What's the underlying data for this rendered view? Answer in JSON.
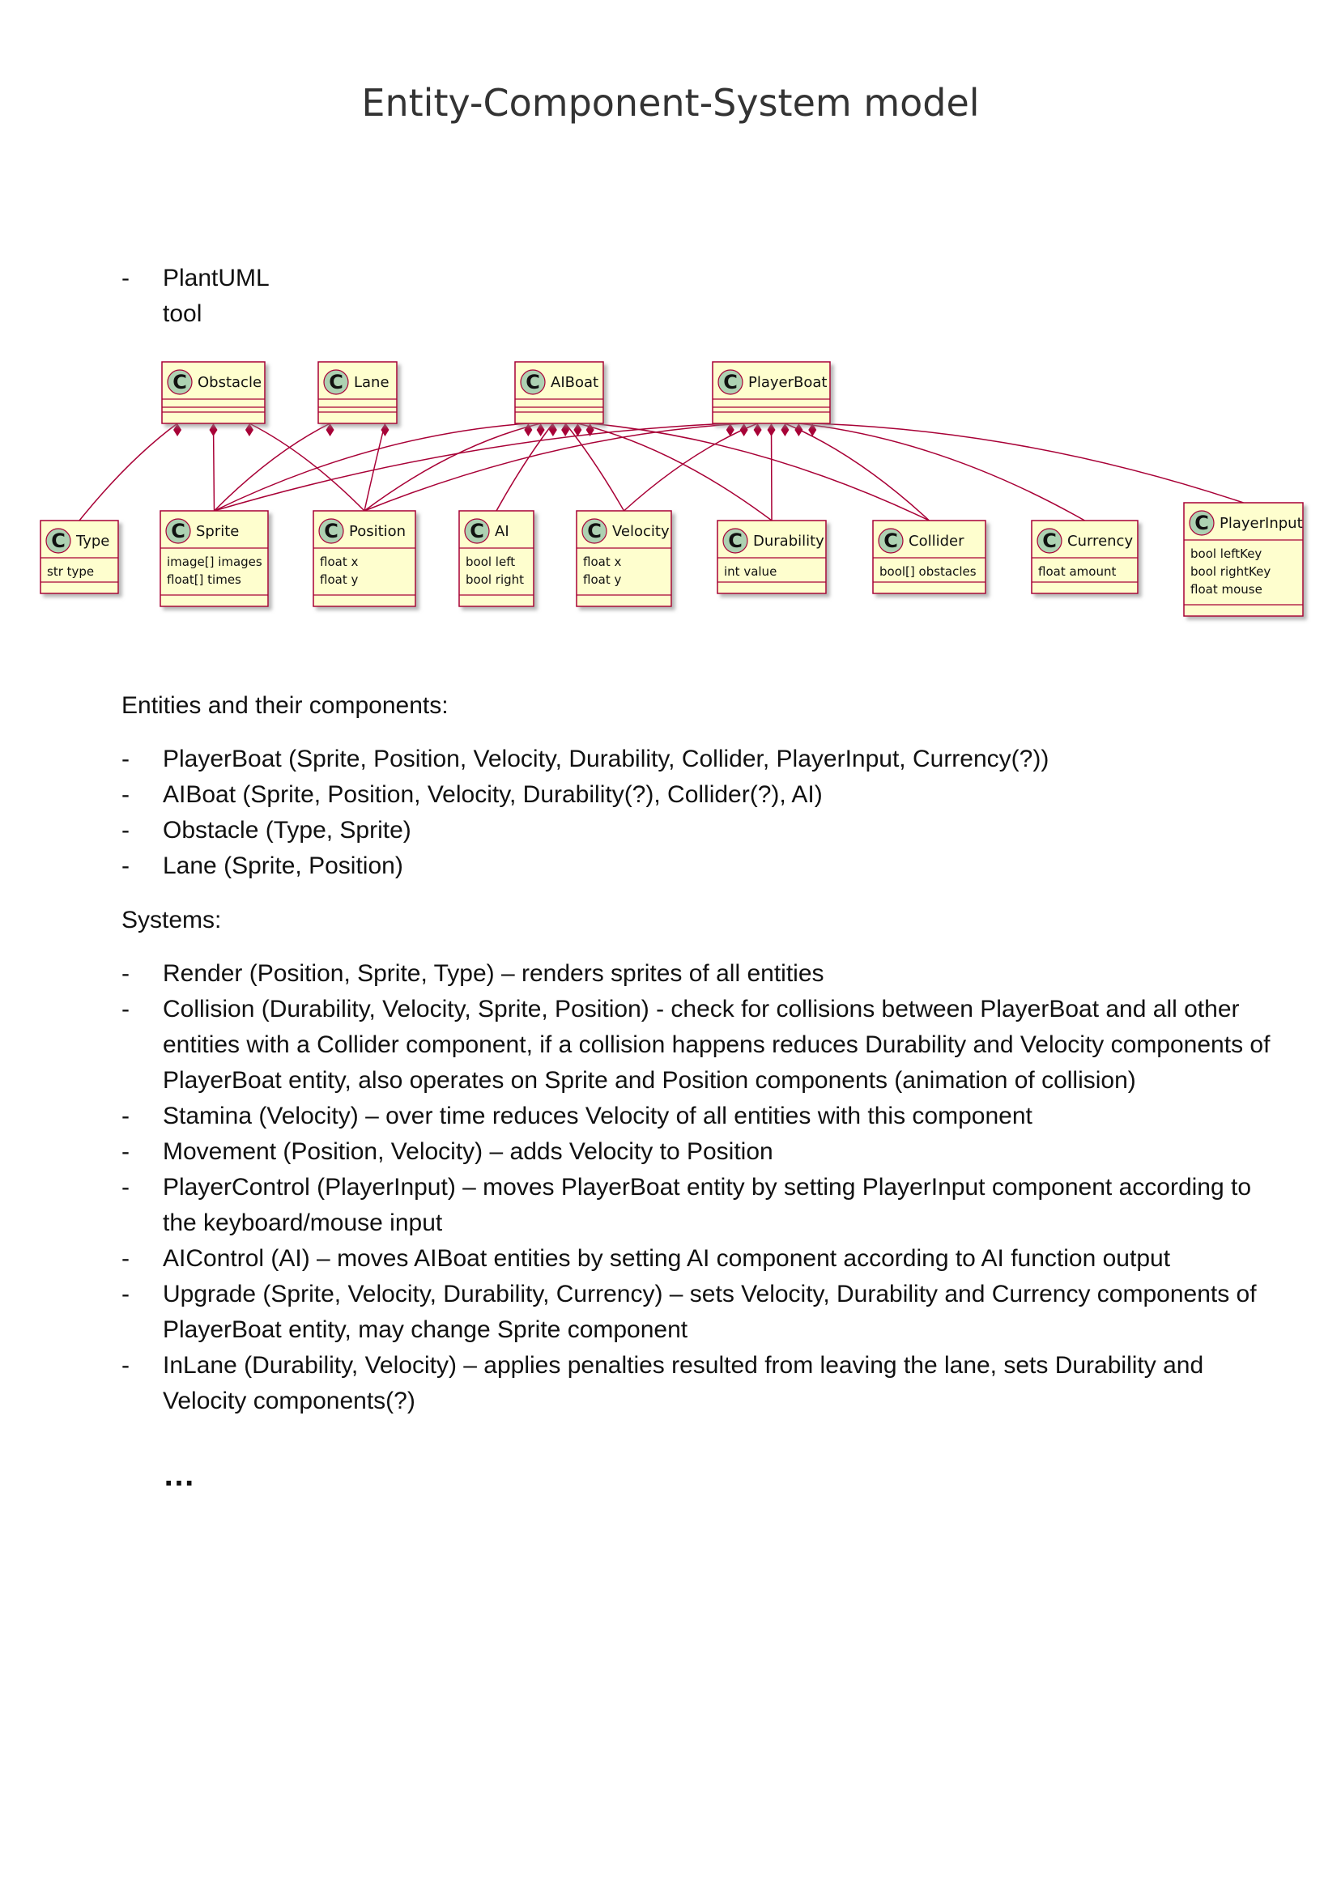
{
  "title": "Entity-Component-System model",
  "tool_bullet": "PlantUML tool",
  "dash": "-",
  "diagram": {
    "classes": [
      {
        "id": "obstacle",
        "name": "Obstacle",
        "attrs": []
      },
      {
        "id": "lane",
        "name": "Lane",
        "attrs": []
      },
      {
        "id": "aiboat",
        "name": "AIBoat",
        "attrs": []
      },
      {
        "id": "playerboat",
        "name": "PlayerBoat",
        "attrs": []
      },
      {
        "id": "type",
        "name": "Type",
        "attrs": [
          "str type"
        ]
      },
      {
        "id": "sprite",
        "name": "Sprite",
        "attrs": [
          "image[] images",
          "float[] times"
        ]
      },
      {
        "id": "position",
        "name": "Position",
        "attrs": [
          "float x",
          "float y"
        ]
      },
      {
        "id": "ai",
        "name": "AI",
        "attrs": [
          "bool left",
          "bool right"
        ]
      },
      {
        "id": "velocity",
        "name": "Velocity",
        "attrs": [
          "float x",
          "float y"
        ]
      },
      {
        "id": "durability",
        "name": "Durability",
        "attrs": [
          "int value"
        ]
      },
      {
        "id": "collider",
        "name": "Collider",
        "attrs": [
          "bool[] obstacles"
        ]
      },
      {
        "id": "currency",
        "name": "Currency",
        "attrs": [
          "float amount"
        ]
      },
      {
        "id": "playerinput",
        "name": "PlayerInput",
        "attrs": [
          "bool leftKey",
          "bool rightKey",
          "float mouse"
        ]
      }
    ],
    "relations": [
      [
        "obstacle",
        "type"
      ],
      [
        "obstacle",
        "sprite"
      ],
      [
        "obstacle",
        "position"
      ],
      [
        "lane",
        "sprite"
      ],
      [
        "lane",
        "position"
      ],
      [
        "aiboat",
        "sprite"
      ],
      [
        "aiboat",
        "position"
      ],
      [
        "aiboat",
        "ai"
      ],
      [
        "aiboat",
        "velocity"
      ],
      [
        "aiboat",
        "durability"
      ],
      [
        "aiboat",
        "collider"
      ],
      [
        "playerboat",
        "sprite"
      ],
      [
        "playerboat",
        "position"
      ],
      [
        "playerboat",
        "velocity"
      ],
      [
        "playerboat",
        "durability"
      ],
      [
        "playerboat",
        "collider"
      ],
      [
        "playerboat",
        "currency"
      ],
      [
        "playerboat",
        "playerinput"
      ]
    ],
    "class_icon_letter": "C",
    "colors": {
      "box_fill": "#FEFECE",
      "box_border": "#A80036",
      "circle_fill": "#ADD1B2",
      "line": "#A80036"
    }
  },
  "entities_heading": "Entities and their components:",
  "entities": [
    "PlayerBoat (Sprite, Position, Velocity, Durability, Collider, PlayerInput, Currency(?))",
    "AIBoat (Sprite, Position, Velocity, Durability(?), Collider(?), AI)",
    "Obstacle (Type, Sprite)",
    "Lane (Sprite, Position)"
  ],
  "systems_heading": "Systems:",
  "systems": [
    "Render (Position, Sprite, Type) – renders sprites of all entities",
    "Collision (Durability, Velocity, Sprite, Position) -  check for collisions between PlayerBoat and all other entities with a Collider component, if a collision happens reduces Durability and Velocity components of PlayerBoat entity, also operates on Sprite and Position components (animation of collision)",
    "Stamina (Velocity) – over time reduces Velocity of all entities with this component",
    "Movement (Position, Velocity) – adds Velocity to Position",
    "PlayerControl (PlayerInput) – moves PlayerBoat entity by setting PlayerInput component according to the keyboard/mouse input",
    "AIControl (AI) – moves AIBoat entities by setting AI component according to AI function output",
    "Upgrade (Sprite, Velocity, Durability, Currency) – sets Velocity, Durability and Currency components of PlayerBoat entity, may change Sprite component",
    "InLane (Durability, Velocity) – applies penalties resulted from leaving the lane, sets Durability and Velocity components(?)"
  ],
  "ellipsis": "…"
}
